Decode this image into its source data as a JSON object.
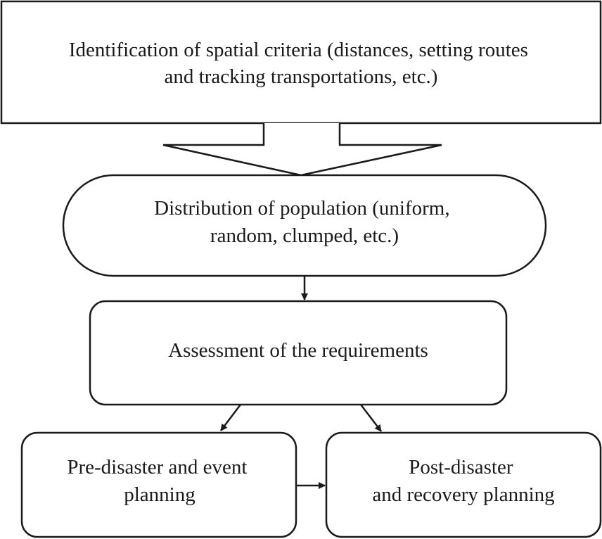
{
  "diagram": {
    "nodes": {
      "spatial_criteria": {
        "lines": [
          "Identification of spatial criteria (distances, setting routes",
          "and tracking transportations, etc.)"
        ]
      },
      "population_distribution": {
        "lines": [
          "Distribution of population (uniform,",
          "random, clumped, etc.)"
        ]
      },
      "requirements_assessment": {
        "lines": [
          "Assessment of the requirements"
        ]
      },
      "pre_disaster_planning": {
        "lines": [
          "Pre-disaster and event",
          "planning"
        ]
      },
      "post_disaster_planning": {
        "lines": [
          "Post-disaster",
          "and recovery planning"
        ]
      }
    },
    "edges": [
      {
        "from": "spatial_criteria",
        "to": "population_distribution",
        "style": "block-arrow"
      },
      {
        "from": "population_distribution",
        "to": "requirements_assessment",
        "style": "arrow"
      },
      {
        "from": "requirements_assessment",
        "to": "pre_disaster_planning",
        "style": "arrow"
      },
      {
        "from": "requirements_assessment",
        "to": "post_disaster_planning",
        "style": "arrow"
      },
      {
        "from": "pre_disaster_planning",
        "to": "post_disaster_planning",
        "style": "arrow"
      }
    ],
    "colors": {
      "stroke": "#1a1a1a",
      "fill": "#ffffff",
      "text": "#1a1a1a"
    }
  }
}
